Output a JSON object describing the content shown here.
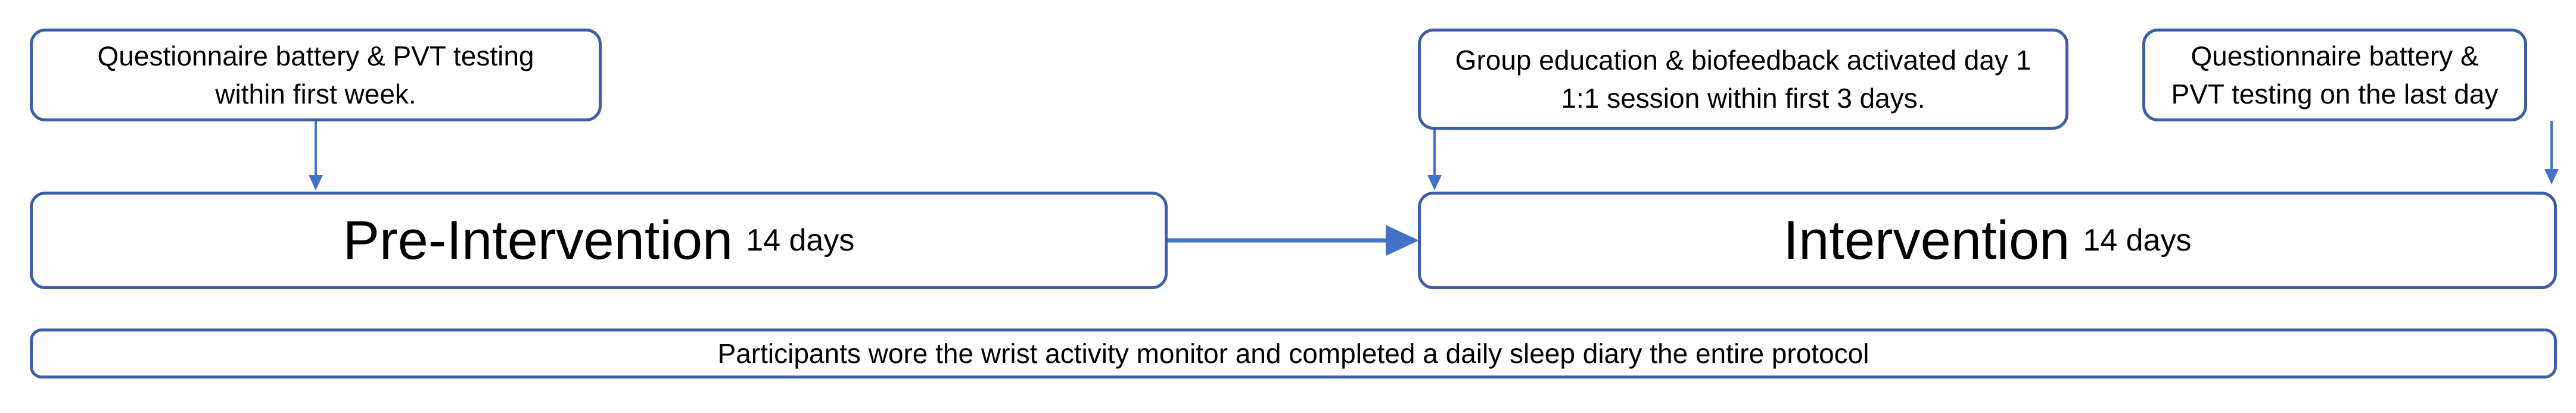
{
  "diagram": {
    "notes": {
      "pre_testing": {
        "lines": [
          "Questionnaire battery & PVT testing",
          "within first week."
        ]
      },
      "education": {
        "lines": [
          "Group education & biofeedback activated day 1",
          "1:1 session within first 3 days."
        ]
      },
      "final_testing": {
        "lines": [
          "Questionnaire battery &",
          "PVT testing on the last day"
        ]
      }
    },
    "phases": {
      "pre_intervention": {
        "label": "Pre-Intervention",
        "duration": "14 days"
      },
      "intervention": {
        "label": "Intervention",
        "duration": "14 days"
      }
    },
    "footer": "Participants wore the wrist activity monitor and completed a daily sleep diary the entire protocol"
  },
  "colors": {
    "border": "#3E5FA8",
    "arrow": "#4472C4",
    "text": "#000000"
  }
}
